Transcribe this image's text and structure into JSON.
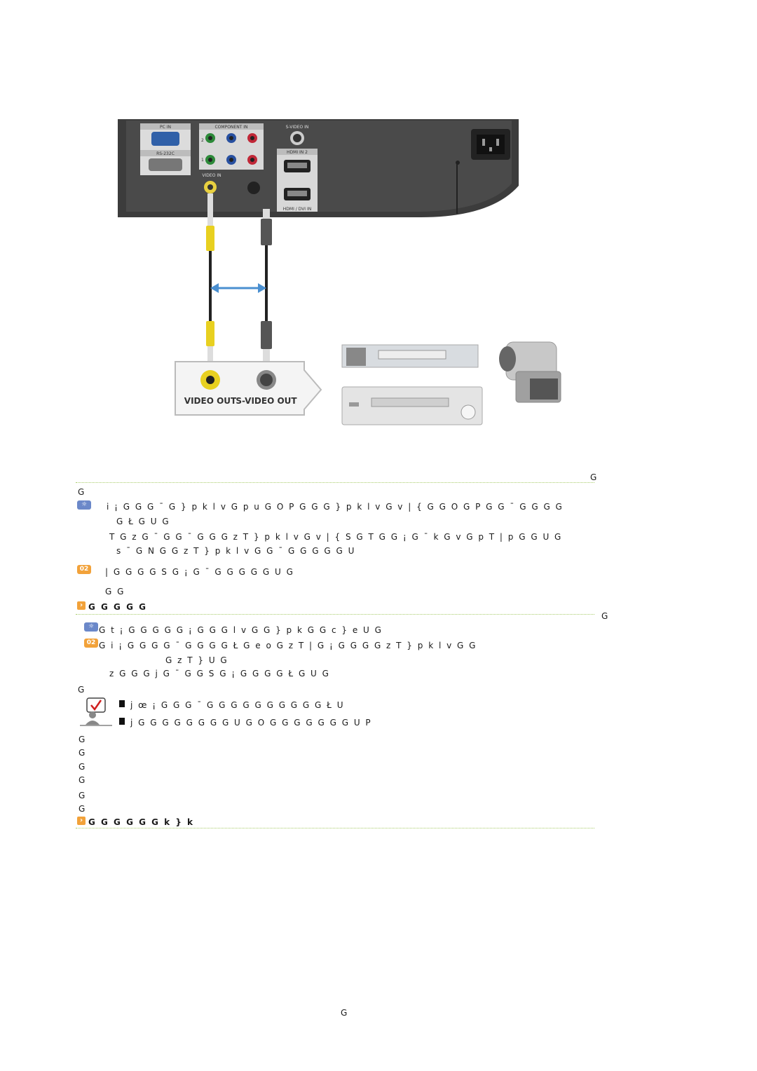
{
  "diagram": {
    "panel_labels": {
      "pc_in": "PC IN",
      "rs232c": "RS-232C",
      "component_in": "COMPONENT IN",
      "video_in": "VIDEO IN",
      "svideo_in": "S-VIDEO IN",
      "hdmi_in2": "HDMI IN 2",
      "hdmi_in1": "HDMI / DVI IN",
      "row1": "1",
      "row2": "2"
    },
    "output_labels": {
      "video_out": "VIDEO OUT",
      "svideo_out": "S-VIDEO OUT"
    },
    "colors": {
      "panel": "#3a3a3a",
      "accent_blue": "#4a8fd0",
      "yellow": "#f0d020"
    }
  },
  "lines": [
    {
      "id": "l1",
      "text": "G"
    },
    {
      "id": "l2",
      "text": "G"
    },
    {
      "id": "l3",
      "text": "i        ¡ G   G      G  ¯       G  } p k l v G p u G O         P  G   G G } p k l v G v | { G G O G        P G   G  ¯                      G        G    G                    G"
    },
    {
      "id": "l4",
      "text": "G  Ł      G        U G"
    },
    {
      "id": "l5",
      "text": "T G z  G  ¯                 G          G  ¯    G   G G z T } p k l v G v | { S G T    G    G ¡        G  ¯          k G v G p T | p G    G                  U G"
    },
    {
      "id": "l6",
      "text": "s  ¯                  G   N     G             G z T } p k l v G          G  ¯     G     G    G G G                 U"
    },
    {
      "id": "l7",
      "text": "|   G       G     G                          G   S G             ¡ G  ¯          G     G          G     G    G                      U G"
    },
    {
      "id": "l8",
      "text": "G                G"
    },
    {
      "id": "l9",
      "text": "G          G    G       G       G"
    },
    {
      "id": "l10",
      "text": "G"
    },
    {
      "id": "l11",
      "text": "G  t       ¡ G     G                G        G     G          ¡ G      G     G     l v  G G  } p k G                       G c }      e U G"
    },
    {
      "id": "l12",
      "text": "G  i        ¡ G      G                  G     G  ¯ G        G      G     G  Ł      G e o G z T | G             ¡ G G   G      G  z T } p k l v   G        G"
    },
    {
      "id": "l13",
      "text": "G z T }       U G"
    },
    {
      "id": "l14",
      "text": "z  G     G        G j               G  ¯       G     G S G             ¡ G     G        G        G  Ł        G            U G"
    },
    {
      "id": "l15",
      "text": "G"
    },
    {
      "id": "l16",
      "text": "j       œ    ¡ G      G      G           ¯       G    G G         G           G              G G G                G     G  Ł         U"
    },
    {
      "id": "l17",
      "text": "j  G                  G     G            G      G     G      G     G        U G O    G    G     G G          G        G     G      U P"
    },
    {
      "id": "l18",
      "text": "G"
    },
    {
      "id": "l19",
      "text": "G"
    },
    {
      "id": "l20",
      "text": "G"
    },
    {
      "id": "l21",
      "text": "G"
    },
    {
      "id": "l22",
      "text": "G"
    },
    {
      "id": "l23",
      "text": "G"
    },
    {
      "id": "l24",
      "text": "G          G    G    G                G     G  k } k"
    },
    {
      "id": "l25",
      "text": "G"
    },
    {
      "id": "l_right1",
      "text": "G"
    },
    {
      "id": "l_right2",
      "text": "G"
    }
  ],
  "badges": {
    "step02": "02",
    "step02b": "02"
  }
}
